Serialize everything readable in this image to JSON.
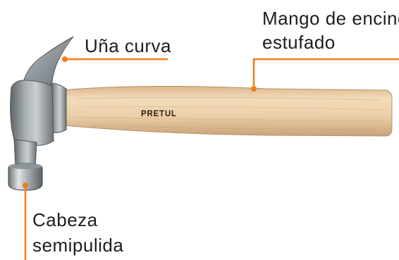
{
  "labels": {
    "claw": "Uña curva",
    "handle_line1": "Mango de encino",
    "handle_line2": "estufado",
    "head_line1": "Cabeza",
    "head_line2": "semipulida"
  },
  "handle_brand": "PRETUL",
  "colors": {
    "callout_line": "#f07d1a",
    "text": "#1d1d1b",
    "wood": "#e9cba3",
    "steel": "#9aa1a6"
  },
  "icons": {
    "hammer": "claw-hammer-photo",
    "callout_dot": "orange-dot"
  }
}
